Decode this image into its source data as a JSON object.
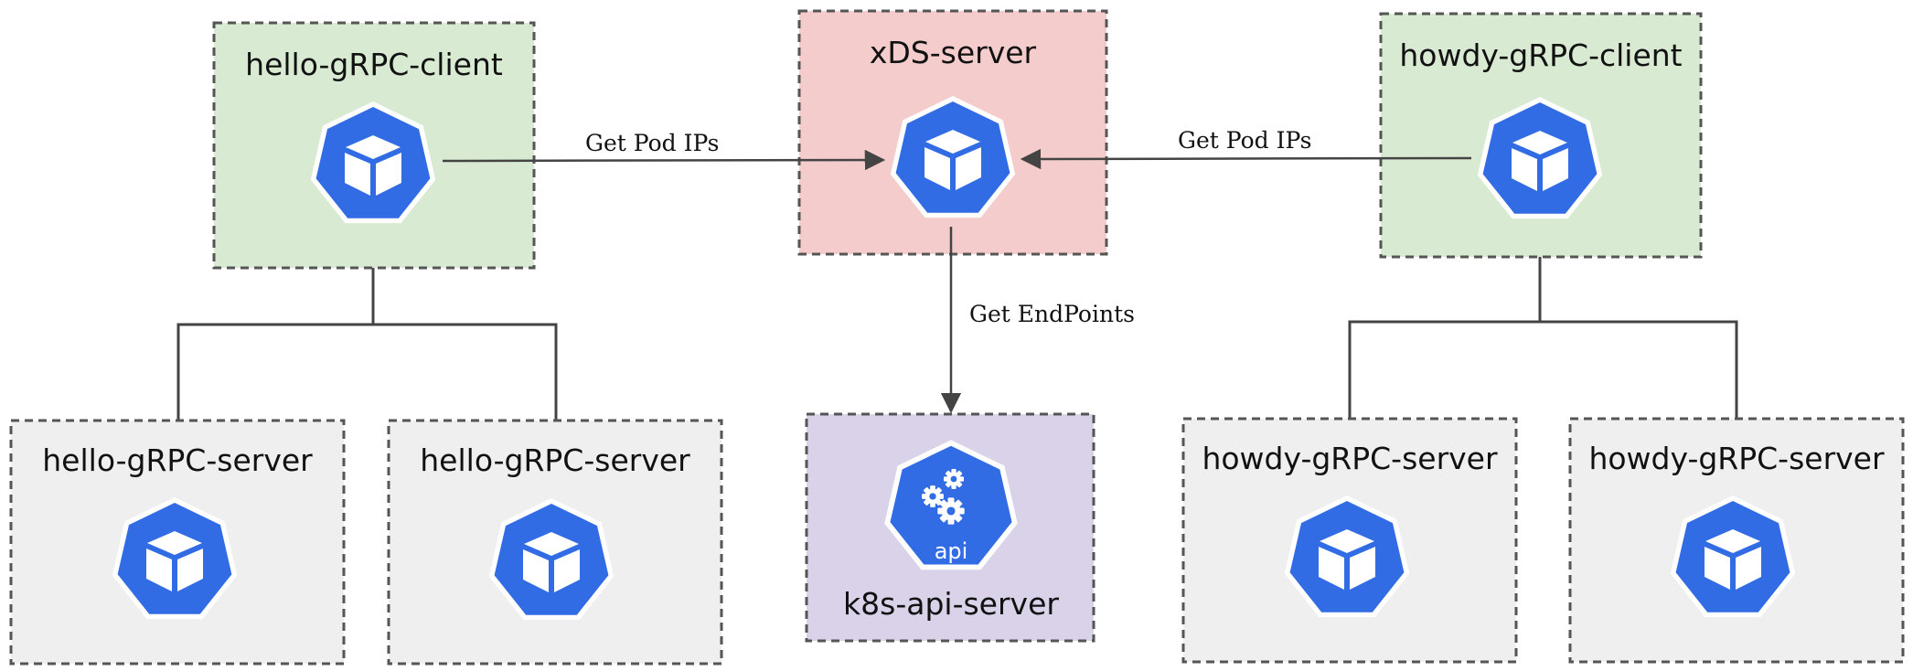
{
  "colors": {
    "client_fill": "#d9ead3",
    "xds_fill": "#f4cccc",
    "server_fill": "#efefef",
    "api_fill": "#d9d2e9",
    "box_border": "#555555",
    "k8s_blue": "#326ce5",
    "line": "#444444"
  },
  "nodes": {
    "hello_client": {
      "label": "hello-gRPC-client",
      "icon": "kubernetes-pod-icon"
    },
    "xds_server": {
      "label": "xDS-server",
      "icon": "kubernetes-pod-icon"
    },
    "howdy_client": {
      "label": "howdy-gRPC-client",
      "icon": "kubernetes-pod-icon"
    },
    "hello_server_1": {
      "label": "hello-gRPC-server",
      "icon": "kubernetes-pod-icon"
    },
    "hello_server_2": {
      "label": "hello-gRPC-server",
      "icon": "kubernetes-pod-icon"
    },
    "k8s_api_server": {
      "label": "k8s-api-server",
      "icon": "kubernetes-api-icon",
      "icon_text": "api"
    },
    "howdy_server_1": {
      "label": "howdy-gRPC-server",
      "icon": "kubernetes-pod-icon"
    },
    "howdy_server_2": {
      "label": "howdy-gRPC-server",
      "icon": "kubernetes-pod-icon"
    }
  },
  "edges": {
    "hello_to_xds": {
      "label": "Get Pod IPs"
    },
    "howdy_to_xds": {
      "label": "Get Pod IPs"
    },
    "xds_to_api": {
      "label": "Get EndPoints"
    }
  }
}
